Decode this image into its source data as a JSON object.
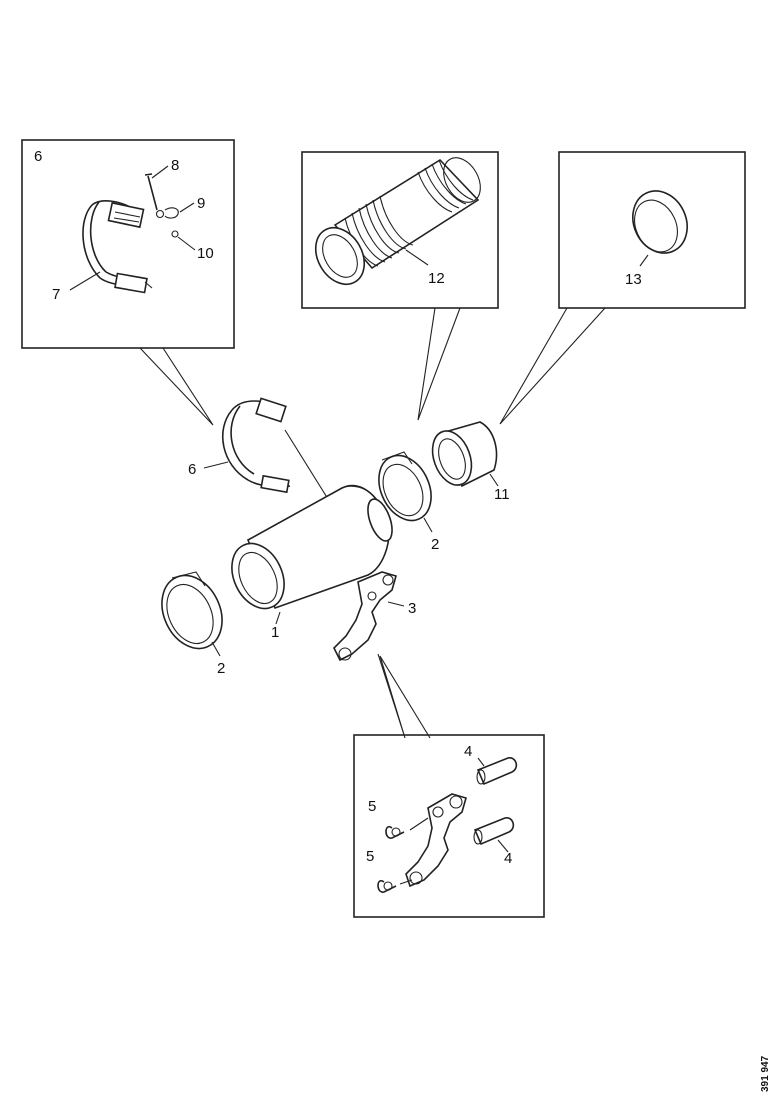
{
  "diagram": {
    "drawing_code": "391 947",
    "callouts": {
      "inset_clamp_title": "6",
      "inset_clamp_band": "7",
      "inset_clamp_bolt": "8",
      "inset_clamp_washer": "9",
      "inset_clamp_nut": "10",
      "inset_bellows": "12",
      "inset_ring": "13",
      "main_clamp": "6",
      "catalyst": "1",
      "clamp_left": "2",
      "clamp_right": "2",
      "sleeve": "11",
      "bracket": "3",
      "inset_bracket_pin_top": "4",
      "inset_bracket_pin_right": "4",
      "inset_bracket_clip_upper": "5",
      "inset_bracket_clip_lower": "5"
    }
  }
}
